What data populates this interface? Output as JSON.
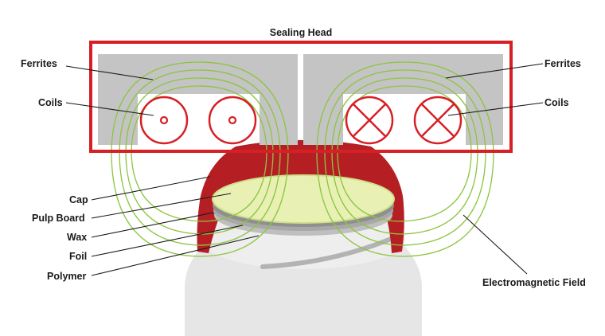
{
  "title": "Sealing Head",
  "labels": {
    "ferrites_left": "Ferrites",
    "ferrites_right": "Ferrites",
    "coils_left": "Coils",
    "coils_right": "Coils",
    "cap": "Cap",
    "pulp_board": "Pulp Board",
    "wax": "Wax",
    "foil": "Foil",
    "polymer": "Polymer",
    "field": "Electromagnetic Field"
  },
  "colors": {
    "sealing_head": "#d71f26",
    "ferrite": "#c4c4c4",
    "field": "#8cc540",
    "cap": "#b51f24",
    "pulp_board": "#e8f0b4",
    "foil": "#a8a8a8",
    "jar": "#e6e6e6",
    "text": "#1a1a1a"
  }
}
